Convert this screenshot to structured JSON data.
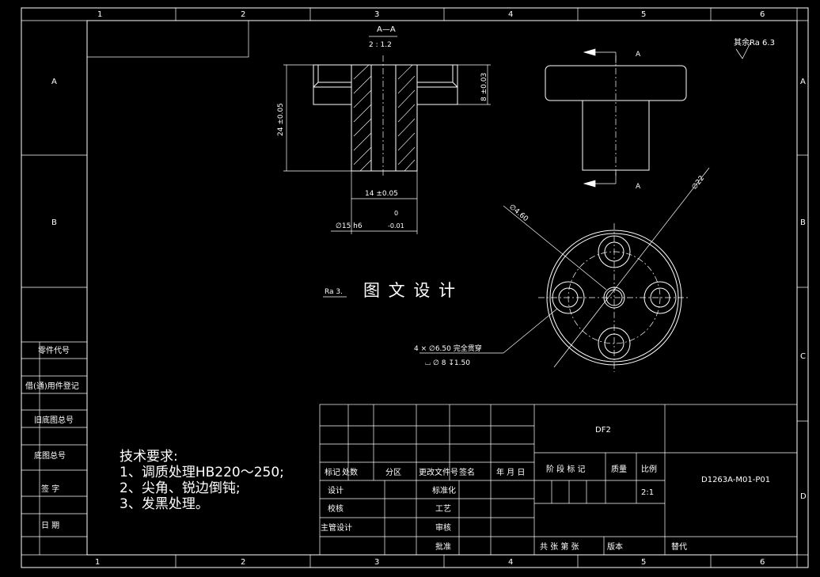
{
  "border": {
    "columns": [
      "1",
      "2",
      "3",
      "4",
      "5",
      "6"
    ],
    "rows": [
      "A",
      "B",
      "C",
      "D"
    ]
  },
  "left_strip": {
    "part_code": "零件代号",
    "borrowed_record": "借(通)用件登记",
    "old_base_no": "旧底图总号",
    "base_no": "底图总号",
    "signature": "签  字",
    "date": "日  期"
  },
  "section": {
    "title": "A—A",
    "scale": "2 : 1.2",
    "height_dim": "24 ±0.05",
    "flange_dim": "8 ±0.03",
    "width_dim": "14 ±0.05",
    "dia_dim": "∅15 h6",
    "dia_tol_upper": "0",
    "dia_tol_lower": "-0.01"
  },
  "side_view": {
    "cut_label_top": "A",
    "cut_label_bottom": "A"
  },
  "top_view": {
    "dia_hole": "∅4.60",
    "dia_pcd": "∅22",
    "hole_note": "4 × ∅6.50 完全贯穿",
    "cbore_note": "⌴ ∅ 8 ↧1.50"
  },
  "roughness": {
    "corner_label": "其余Ra 6.3",
    "center_label": "Ra 3.",
    "watermark": "图 文 设 计"
  },
  "tech_requirements": {
    "title": "技术要求:",
    "items": [
      "1、调质处理HB220～250;",
      "2、尖角、锐边倒钝;",
      "3、发黑处理。"
    ]
  },
  "title_block": {
    "material": "DF2",
    "drawing_no": "D1263A-M01-P01",
    "scale_value": "2:1",
    "labels": {
      "mark": "标记",
      "count": "处数",
      "zone": "分区",
      "change_doc": "更改文件号",
      "sign": "签名",
      "date": "年 月 日",
      "stage_mark": "阶 段 标 记",
      "weight": "质量",
      "scale": "比例",
      "design": "设计",
      "standardize": "标准化",
      "check": "校核",
      "process": "工艺",
      "chief_design": "主管设计",
      "review": "审核",
      "approve": "批准",
      "total_sheets": "共  张  第  张",
      "version": "版本",
      "replace": "替代"
    }
  }
}
